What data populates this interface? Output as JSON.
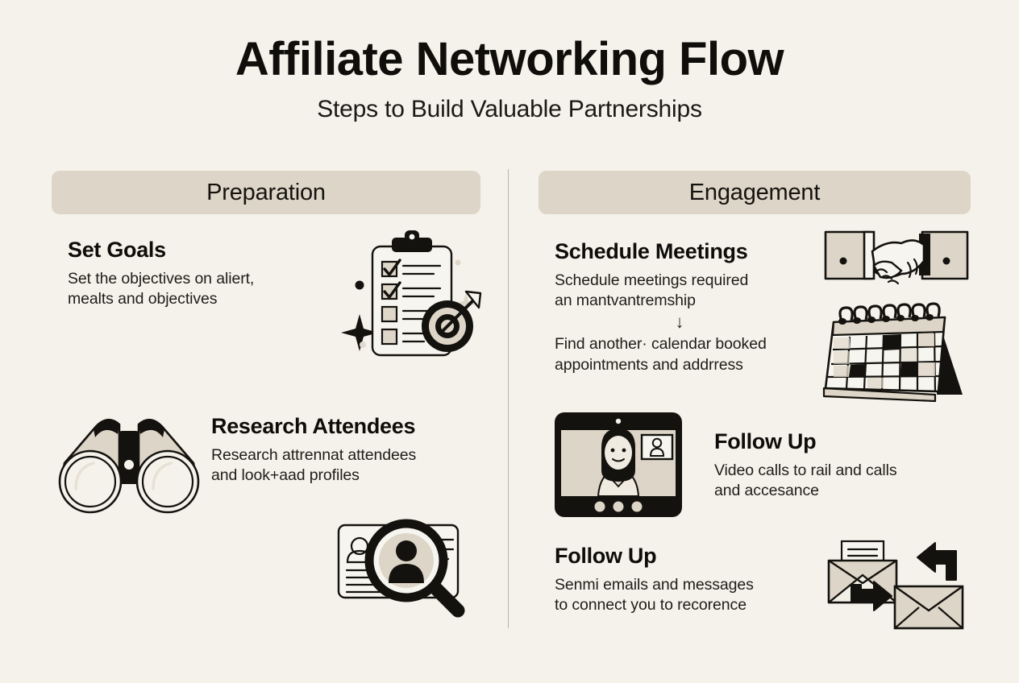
{
  "header": {
    "title": "Affiliate Networking Flow",
    "subtitle": "Steps to Build Valuable Partnerships"
  },
  "columns": [
    {
      "id": "preparation",
      "heading": "Preparation",
      "items": [
        {
          "id": "set-goals",
          "title": "Set Goals",
          "body": "Set the objectives on aliert,\nmealts and objectives",
          "icon": "clipboard-target-icon"
        },
        {
          "id": "research-attendees",
          "title": "Research Attendees",
          "body": "Research attrennat attendees\nand look+aad profiles",
          "icon": "binoculars-icon",
          "icon2": "id-card-magnifier-icon"
        }
      ]
    },
    {
      "id": "engagement",
      "heading": "Engagement",
      "items": [
        {
          "id": "schedule-meetings",
          "title": "Schedule Meetings",
          "body": "Schedule meetings required\nan mantvantremship",
          "connector": "↓",
          "body2": "Find another· calendar booked\nappointments and addrress",
          "icon": "handshake-icon",
          "icon2": "calendar-icon"
        },
        {
          "id": "follow-up-calls",
          "title": "Follow Up",
          "body": "Video calls to rail and calls\nand accesance",
          "icon": "video-call-icon"
        },
        {
          "id": "follow-up-emails",
          "title": "Follow Up",
          "body": "Senmi emails and messages\nto connect you to recorence",
          "icon": "envelope-exchange-icon"
        }
      ]
    }
  ],
  "colors": {
    "background": "#f4f2ea",
    "header_band": "#ddd5c8",
    "ink": "#15130f",
    "divider": "#b9b4a6",
    "fill_beige": "#d9d1c3",
    "fill_light": "#ece7dc"
  }
}
